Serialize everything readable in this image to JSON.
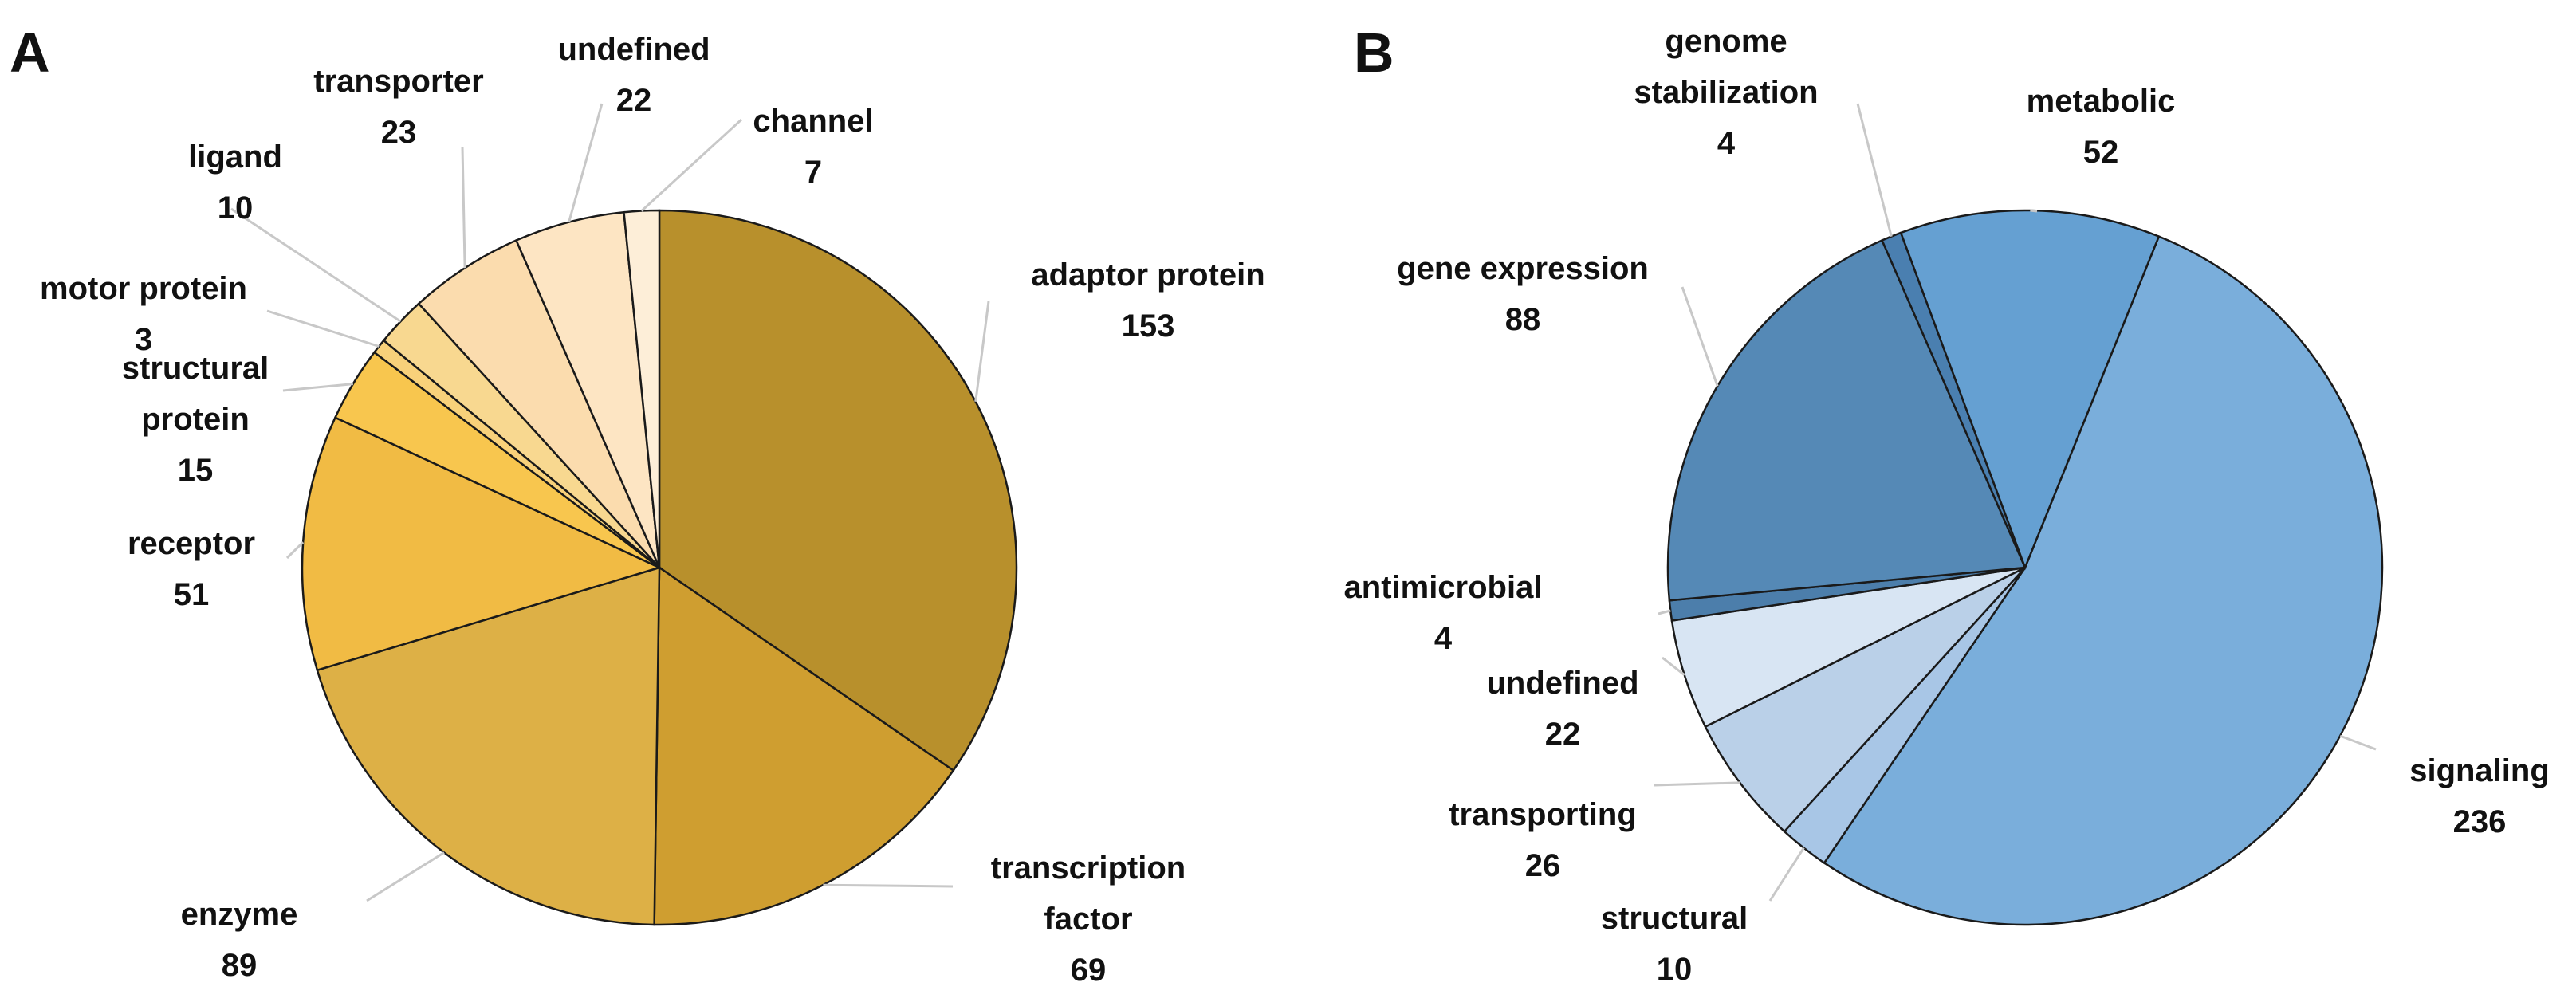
{
  "chart_data": [
    {
      "type": "pie",
      "panel": "A",
      "title": "",
      "start_angle_deg": 0,
      "direction": "clockwise",
      "slices": [
        {
          "name": "adaptor protein",
          "label_lines": [
            "adaptor protein",
            "153"
          ],
          "value": 153,
          "color": "#b8902c",
          "label_side": "right"
        },
        {
          "name": "transcription factor",
          "label_lines": [
            "transcription",
            "factor",
            "69"
          ],
          "value": 69,
          "color": "#cf9e30",
          "label_side": "right"
        },
        {
          "name": "enzyme",
          "label_lines": [
            "enzyme",
            "89"
          ],
          "value": 89,
          "color": "#ddb046",
          "label_side": "left"
        },
        {
          "name": "receptor",
          "label_lines": [
            "receptor",
            "51"
          ],
          "value": 51,
          "color": "#f1bb44",
          "label_side": "left"
        },
        {
          "name": "structural protein",
          "label_lines": [
            "structural",
            "protein",
            "15"
          ],
          "value": 15,
          "color": "#f8c64e",
          "label_side": "left"
        },
        {
          "name": "motor protein",
          "label_lines": [
            "motor protein",
            "3"
          ],
          "value": 3,
          "color": "#f8d17a",
          "label_side": "left"
        },
        {
          "name": "ligand",
          "label_lines": [
            "ligand",
            "10"
          ],
          "value": 10,
          "color": "#f8d890",
          "label_side": "left"
        },
        {
          "name": "transporter",
          "label_lines": [
            "transporter",
            "23"
          ],
          "value": 23,
          "color": "#fbdcae",
          "label_side": "left"
        },
        {
          "name": "undefined",
          "label_lines": [
            "undefined",
            "22"
          ],
          "value": 22,
          "color": "#fde5c3",
          "label_side": "left"
        },
        {
          "name": "channel",
          "label_lines": [
            "channel",
            "7"
          ],
          "value": 7,
          "color": "#fdeed8",
          "label_side": "left"
        }
      ]
    },
    {
      "type": "pie",
      "panel": "B",
      "title": "",
      "start_angle_deg": 22,
      "direction": "clockwise",
      "slices": [
        {
          "name": "signaling",
          "label_lines": [
            "signaling",
            "236"
          ],
          "value": 236,
          "color": "#7aaedb",
          "label_side": "right"
        },
        {
          "name": "structural",
          "label_lines": [
            "structural",
            "10"
          ],
          "value": 10,
          "color": "#a8c6e6",
          "label_side": "left"
        },
        {
          "name": "transporting",
          "label_lines": [
            "transporting",
            "26"
          ],
          "value": 26,
          "color": "#bad0e8",
          "label_side": "left"
        },
        {
          "name": "undefined",
          "label_lines": [
            "undefined",
            "22"
          ],
          "value": 22,
          "color": "#d8e5f3",
          "label_side": "left"
        },
        {
          "name": "antimicrobial",
          "label_lines": [
            "antimicrobial",
            "4"
          ],
          "value": 4,
          "color": "#4c7eab",
          "label_side": "left"
        },
        {
          "name": "gene expression",
          "label_lines": [
            "gene expression",
            "88"
          ],
          "value": 88,
          "color": "#5589b6",
          "label_side": "left"
        },
        {
          "name": "genome stabilization",
          "label_lines": [
            "genome",
            "stabilization",
            "4"
          ],
          "value": 4,
          "color": "#4a7fb0",
          "label_side": "left"
        },
        {
          "name": "metabolic",
          "label_lines": [
            "metabolic",
            "52"
          ],
          "value": 52,
          "color": "#65a0d2",
          "label_side": "left"
        }
      ]
    }
  ]
}
